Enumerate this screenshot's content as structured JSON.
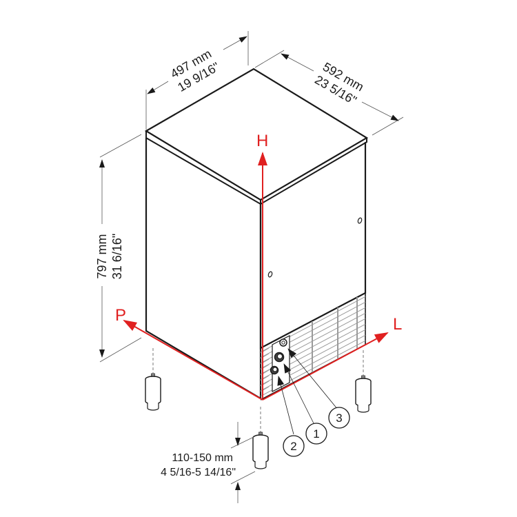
{
  "diagram": {
    "subject": "Undercounter ice machine dimensional drawing",
    "colors": {
      "outline": "#1a1a1a",
      "dimension_line": "#555555",
      "axis": "#e02020",
      "grille": "#9a9a9a"
    },
    "dimensions": {
      "width": {
        "metric": "497 mm",
        "imperial": "19 9/16\""
      },
      "depth": {
        "metric": "592 mm",
        "imperial": "23 5/16\""
      },
      "height": {
        "metric": "797 mm",
        "imperial": "31 6/16\""
      },
      "leg_height": {
        "metric": "110-150 mm",
        "imperial": "4 5/16-5 14/16\""
      }
    },
    "axes": {
      "height": "H",
      "length": "L",
      "depth": "P"
    },
    "connections": [
      {
        "number": "1"
      },
      {
        "number": "2"
      },
      {
        "number": "3"
      }
    ]
  }
}
